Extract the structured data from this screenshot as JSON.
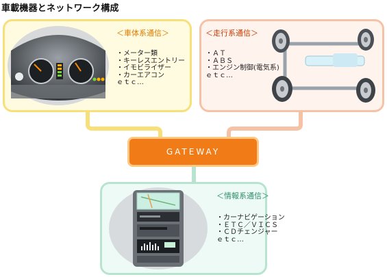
{
  "title": "車載機器とネットワーク構成",
  "gateway": {
    "label": "GATEWAY"
  },
  "body_network": {
    "heading": "＜車体系通信＞",
    "items": [
      "・メーター類",
      "・キーレスエントリー",
      "・イモビライザー",
      "・カーエアコン",
      "ｅｔｃ…"
    ]
  },
  "drive_network": {
    "heading": "＜走行系通信＞",
    "items": [
      "・ＡＴ",
      "・ＡＢＳ",
      "・エンジン制御(電気系)",
      "ｅｔｃ…"
    ]
  },
  "info_network": {
    "heading": "＜情報系通信＞",
    "items": [
      "・カーナビゲーション",
      "・ＥＴＣ／ＶＩＣＳ",
      "・ＣＤチェンジャー",
      "ｅｔｃ…"
    ]
  },
  "colors": {
    "body_border": "#f7e07a",
    "drive_border": "#f6c2a6",
    "info_border": "#b8e4cf",
    "gateway_fill": "#f17c17"
  }
}
